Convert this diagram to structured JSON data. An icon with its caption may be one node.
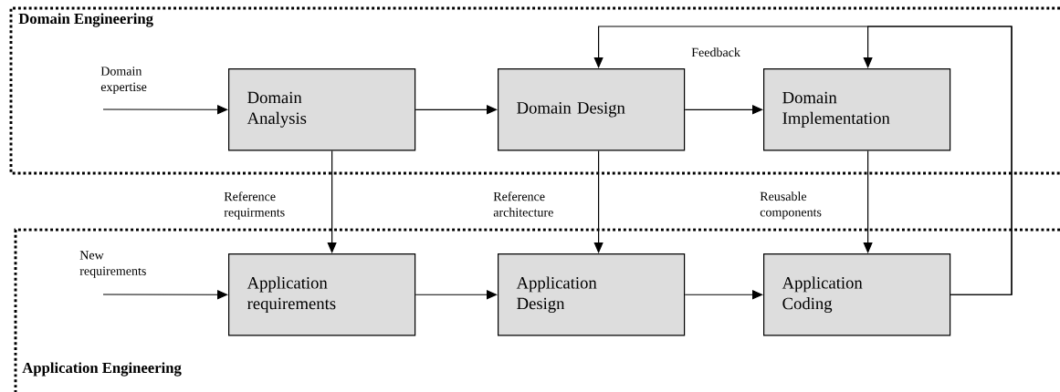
{
  "diagram": {
    "nodes": [
      {
        "text": [
          "Domain Engineering"
        ]
      },
      {
        "text": [
          "Domain Analysis"
        ],
        "in": 0
      },
      {
        "text": [
          "Domain Design"
        ],
        "in": 0
      },
      {
        "text": [
          "Domain Implementation"
        ],
        "in": 0
      },
      {
        "text": [
          "Application Engineering"
        ]
      },
      {
        "text": [
          "Application requirements"
        ],
        "in": 4
      },
      {
        "text": [
          "Application Design"
        ],
        "in": 4
      },
      {
        "text": [
          "Application Coding"
        ],
        "in": 4
      }
    ],
    "edges": [
      {
        "from": null,
        "to": 1,
        "arrow": "to",
        "label": "Domain expertise"
      },
      {
        "from": 1,
        "to": 2,
        "arrow": "to"
      },
      {
        "from": 2,
        "to": 3,
        "arrow": "to"
      },
      {
        "from": 1,
        "to": 5,
        "arrow": "to",
        "label": "Reference requirments"
      },
      {
        "from": 2,
        "to": 6,
        "arrow": "to",
        "label": "Reference architecture"
      },
      {
        "from": 3,
        "to": 7,
        "arrow": "to",
        "label": "Reusable components"
      },
      {
        "from": null,
        "to": 5,
        "arrow": "to",
        "label": "New requirements"
      },
      {
        "from": 5,
        "to": 6,
        "arrow": "to"
      },
      {
        "from": 6,
        "to": 7,
        "arrow": "to"
      },
      {
        "from": 7,
        "to": 2,
        "arrow": "to",
        "label": "Feedback"
      },
      {
        "from": 7,
        "to": 3,
        "arrow": "to"
      }
    ]
  }
}
